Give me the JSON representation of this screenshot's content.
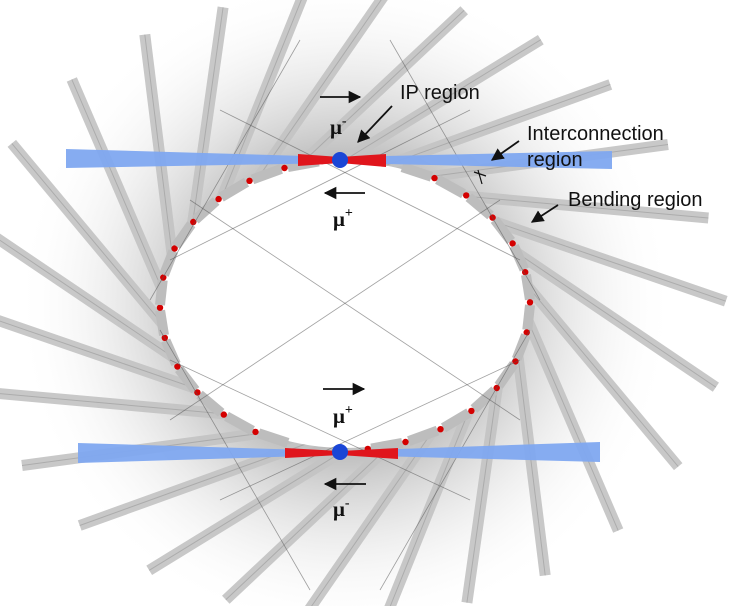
{
  "labels": {
    "ip_region": "IP region",
    "interconnection_line1": "Interconnection",
    "interconnection_line2": "region",
    "bending_region": "Bending region"
  },
  "particles": {
    "top_upper": {
      "symbol": "μ",
      "charge": "-"
    },
    "top_lower": {
      "symbol": "μ",
      "charge": "+"
    },
    "bottom_upper": {
      "symbol": "μ",
      "charge": "+"
    },
    "bottom_lower": {
      "symbol": "μ",
      "charge": "-"
    }
  },
  "colors": {
    "beam_blue": "#7fa8f0",
    "ip_red": "#e0151c",
    "ip_dot": "#1a46d6",
    "magnet_gray": "#c4c4c4",
    "magnet_edge": "#9a9a9a",
    "halo_gray": "#6e6e6e",
    "marker_red": "#d40000"
  }
}
